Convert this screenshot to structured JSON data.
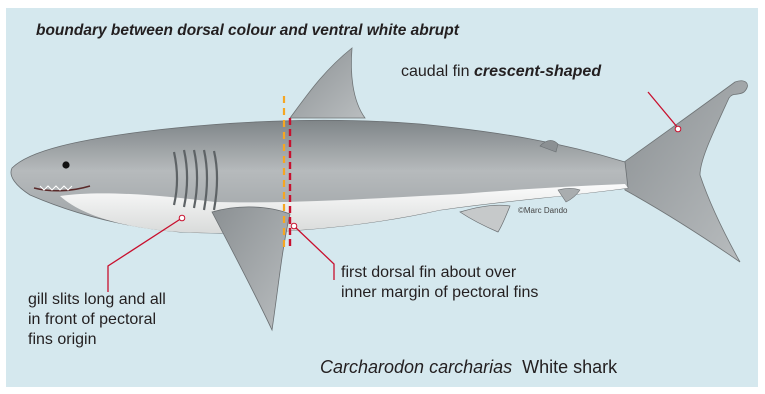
{
  "heading": "boundary between dorsal colour and ventral white abrupt",
  "labels": {
    "caudal_prefix": "caudal fin ",
    "caudal_emphasis": "crescent-shaped",
    "dorsal_line1": "first dorsal fin about over",
    "dorsal_line2": "inner margin of pectoral fins",
    "gill_line1": "gill slits long and all",
    "gill_line2": "in front of pectoral",
    "gill_line3": "fins origin"
  },
  "credit": "©Marc Dando",
  "species": {
    "scientific": "Carcharodon carcharias",
    "common": "White shark"
  },
  "colors": {
    "background": "#d5e8ee",
    "leader_line": "#c8102e",
    "marker_yellow": "#f5a623",
    "body_dorsal": "#9ea3a6",
    "body_ventral": "#f2f2f0"
  }
}
